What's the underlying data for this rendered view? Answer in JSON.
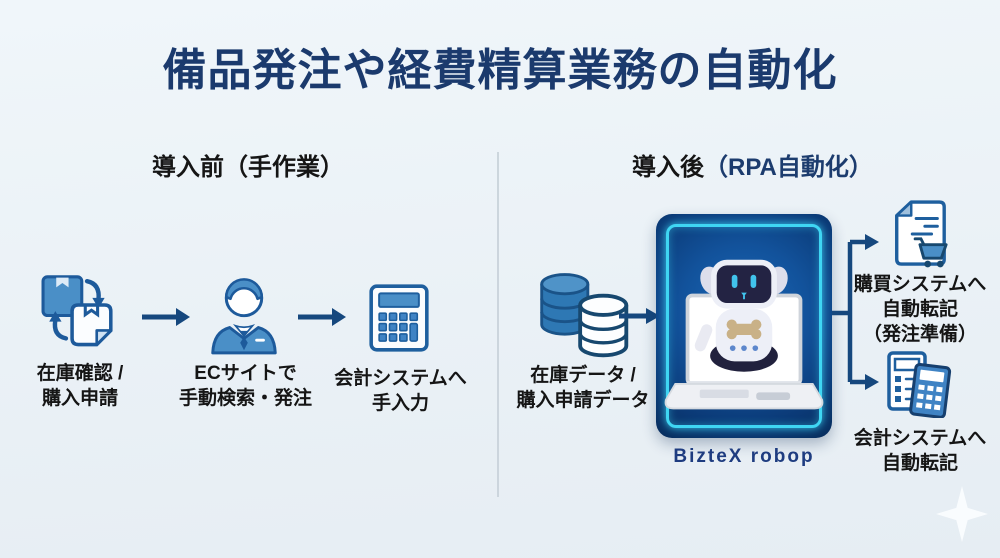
{
  "title": "備品発注や経費精算業務の自動化",
  "before": {
    "header": "導入前（手作業）",
    "steps": [
      {
        "icon": "boxes-sync-icon",
        "lines": [
          "在庫確認 /",
          "購入申請"
        ]
      },
      {
        "icon": "office-worker-icon",
        "lines": [
          "ECサイトで",
          "手動検索・発注"
        ]
      },
      {
        "icon": "calculator-icon",
        "lines": [
          "会計システムへ",
          "手入力"
        ]
      }
    ]
  },
  "after": {
    "header_prefix": "導入後",
    "header_suffix": "（RPA自動化）",
    "source": {
      "icon": "database-icon",
      "lines": [
        "在庫データ /",
        "購入申請データ"
      ]
    },
    "robot": {
      "icon": "rpa-robot-laptop-icon",
      "label": "BizteX robop"
    },
    "outputs": [
      {
        "icon": "purchase-order-cart-icon",
        "lines": [
          "購買システムへ",
          "自動転記",
          "（発注準備）"
        ]
      },
      {
        "icon": "accounting-calculators-icon",
        "lines": [
          "会計システムへ",
          "自動転記"
        ]
      }
    ]
  },
  "colors": {
    "title_navy": "#1b3a6d",
    "icon_blue": "#4a8fc7",
    "icon_outline": "#1d5a9b",
    "arrow_navy": "#16487e",
    "panel_glow_cyan": "#3fd6f3",
    "robot_brand_navy": "#1e3c80",
    "background": "#ecf3f8"
  }
}
